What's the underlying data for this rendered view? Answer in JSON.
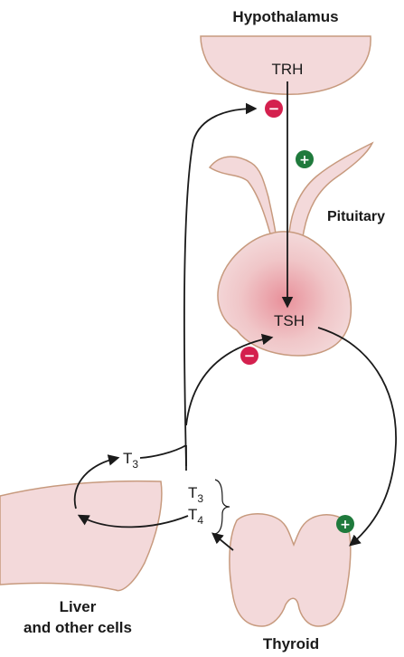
{
  "organs": {
    "hypothalamus": "Hypothalamus",
    "pituitary": "Pituitary",
    "thyroid": "Thyroid",
    "liver_line1": "Liver",
    "liver_line2": "and other cells"
  },
  "hormones": {
    "trh": "TRH",
    "tsh": "TSH",
    "t_letter": "T",
    "t3_subscript": "3",
    "t4_subscript": "4"
  },
  "signs": {
    "inhibit": "−",
    "stimulate": "+"
  },
  "colors": {
    "organ_fill": "#f3d9da",
    "organ_stroke": "#c79a7e",
    "pituitary_glow": "#e8909a",
    "inhibit_badge": "#d4204e",
    "stimulate_badge": "#1f7a3c",
    "arrow": "#1a1a1a"
  }
}
